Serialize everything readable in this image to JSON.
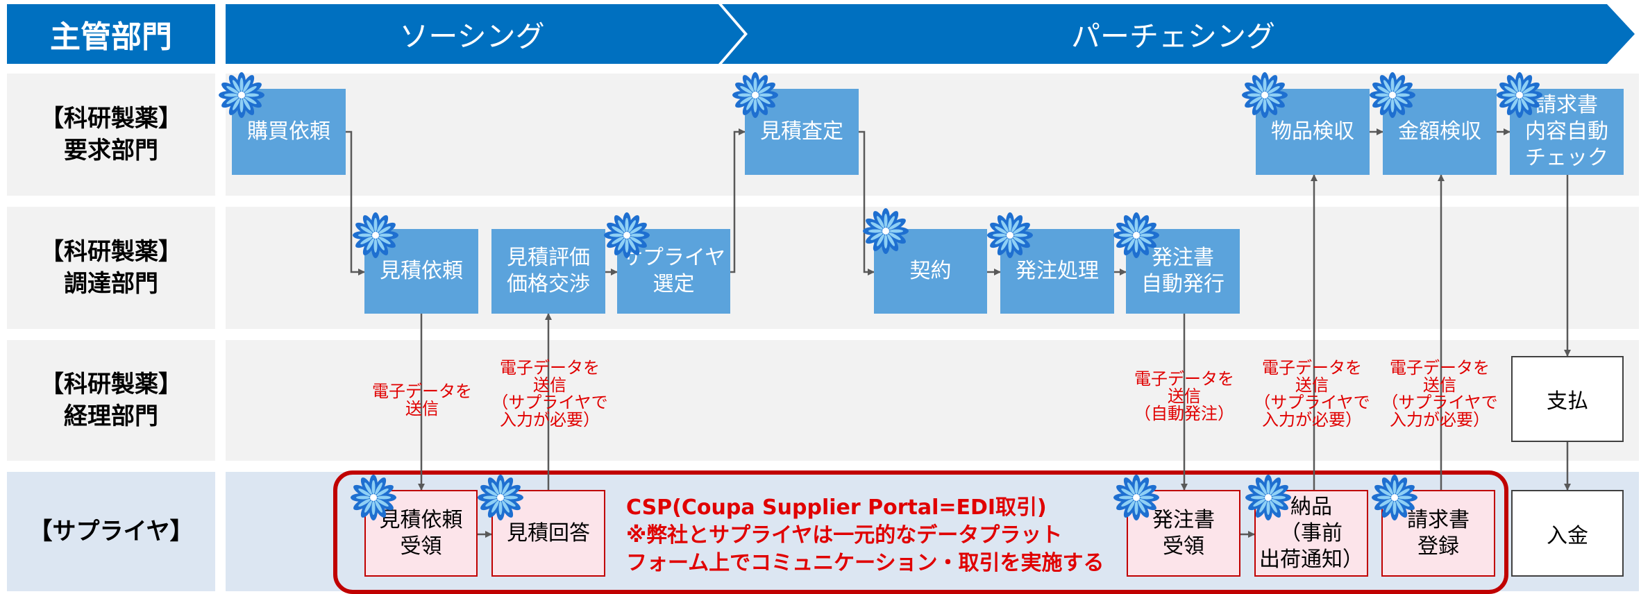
{
  "header": {
    "dept": "主管部門",
    "phase_sourcing": "ソーシング",
    "phase_purchasing": "パーチェシング"
  },
  "lanes": {
    "request": "【科研製薬】\n要求部門",
    "procurement": "【科研製薬】\n調達部門",
    "accounting": "【科研製薬】\n経理部門",
    "supplier": "【サプライヤ】"
  },
  "steps": {
    "purchase_request": "購買依頼",
    "quote_request": "見積依頼",
    "quote_eval": "見積評価\n価格交渉",
    "supplier_select": "サプライヤ\n選定",
    "quote_assess": "見積査定",
    "contract": "契約",
    "order_process": "発注処理",
    "po_auto_issue": "発注書\n自動発行",
    "goods_inspect": "物品検収",
    "amount_inspect": "金額検収",
    "invoice_check": "請求書\n内容自動\nチェック",
    "payment": "支払",
    "receipt": "入金",
    "quote_receive": "見積依頼\n受領",
    "quote_answer": "見積回答",
    "po_receive": "発注書\n受領",
    "delivery": "納品\n（事前\n出荷通知）",
    "invoice_register": "請求書\n登録"
  },
  "notes": {
    "n1": "電子データを\n送信",
    "n2": "電子データを\n送信\n（サプライヤで\n入力が必要）",
    "n3": "電子データを\n送信\n（自動発注）",
    "n4": "電子データを\n送信\n（サプライヤで\n入力が必要）",
    "n5": "電子データを\n送信\n（サプライヤで\n入力が必要）"
  },
  "csp": {
    "line1": "CSP(Coupa Supplier Portal=EDI取引)",
    "line2": "※弊社とサプライヤは一元的なデータプラット\nフォーム上でコミュニケーション・取引を実施する"
  },
  "colors": {
    "header_blue": "#0070c0",
    "step_blue": "#5ba3dc",
    "lane_gray": "#f2f2f2",
    "supplier_lane": "#dce6f2",
    "accent_red": "#c00000",
    "note_red": "#e00000"
  },
  "icons": {
    "marker": "blue-flower-icon"
  }
}
